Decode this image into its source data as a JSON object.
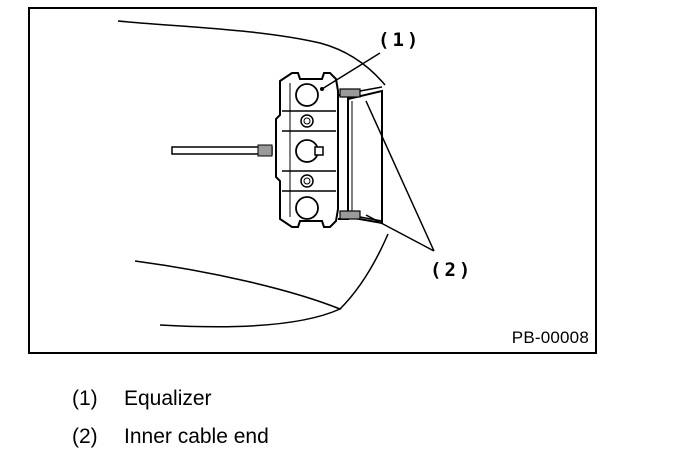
{
  "figure": {
    "code": "PB-00008",
    "callouts": [
      {
        "id": "c1",
        "label": "(1)"
      },
      {
        "id": "c2",
        "label": "(2)"
      }
    ]
  },
  "legend": {
    "items": [
      {
        "num": "(1)",
        "text": "Equalizer"
      },
      {
        "num": "(2)",
        "text": "Inner cable end"
      }
    ]
  }
}
